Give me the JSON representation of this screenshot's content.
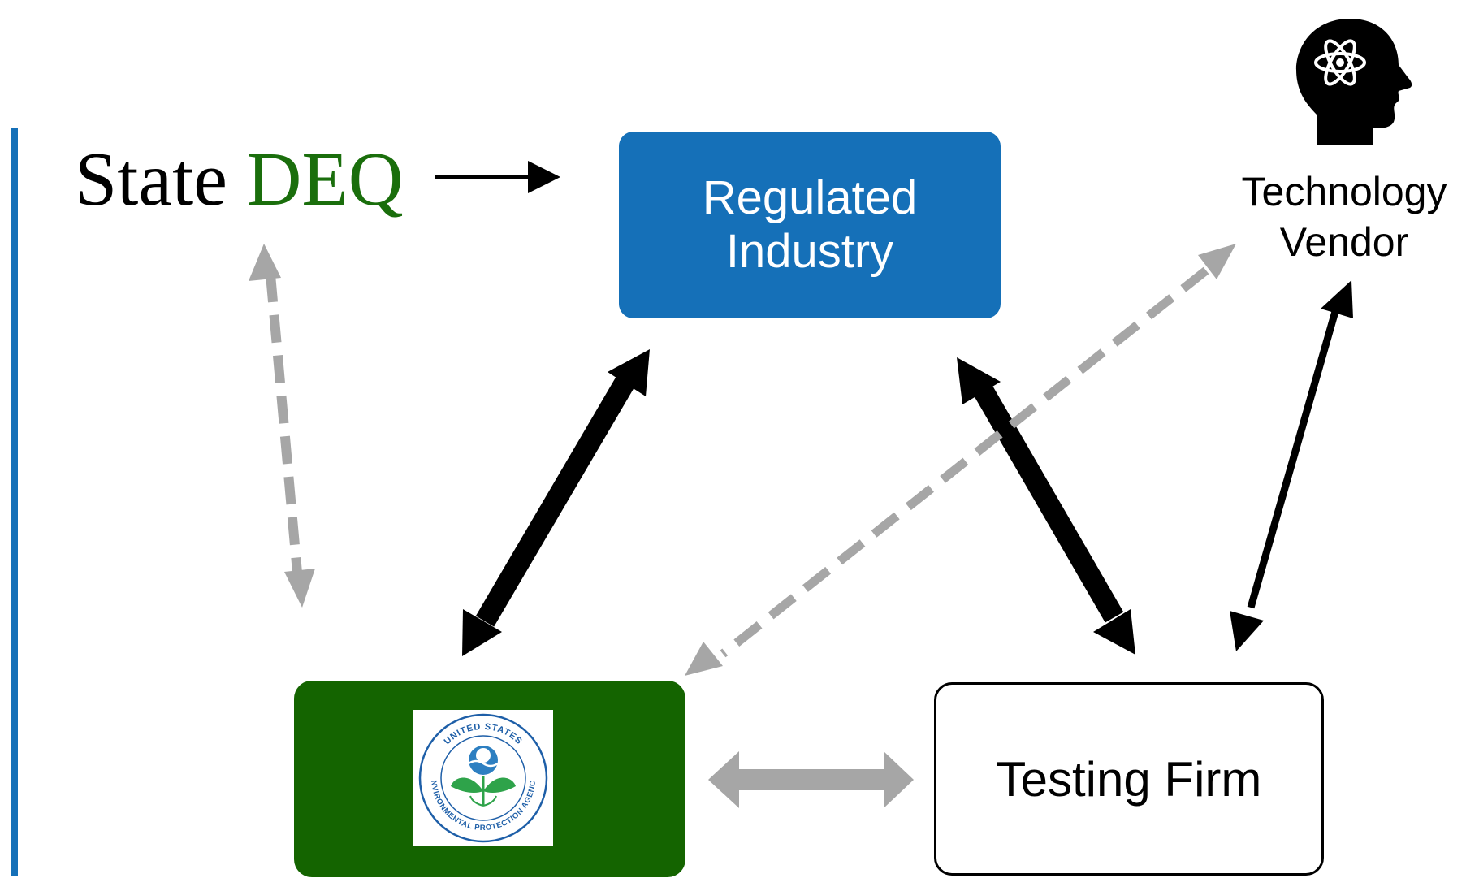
{
  "nodes": {
    "state_deq": {
      "word1": "State",
      "word2": "DEQ"
    },
    "regulated_industry": {
      "line1": "Regulated",
      "line2": "Industry"
    },
    "epa": {
      "logo_text_top": "UNITED STATES",
      "logo_text_bottom": "ENVIRONMENTAL PROTECTION AGENCY"
    },
    "testing_firm": {
      "label": "Testing Firm"
    },
    "technology_vendor": {
      "line1": "Technology",
      "line2": "Vendor",
      "icon": "head-atom-icon"
    }
  },
  "colors": {
    "blue": "#1570b8",
    "green": "#146400",
    "deq_green": "#1a6e0c",
    "gray_arrow": "#a6a6a6",
    "black": "#000000"
  }
}
